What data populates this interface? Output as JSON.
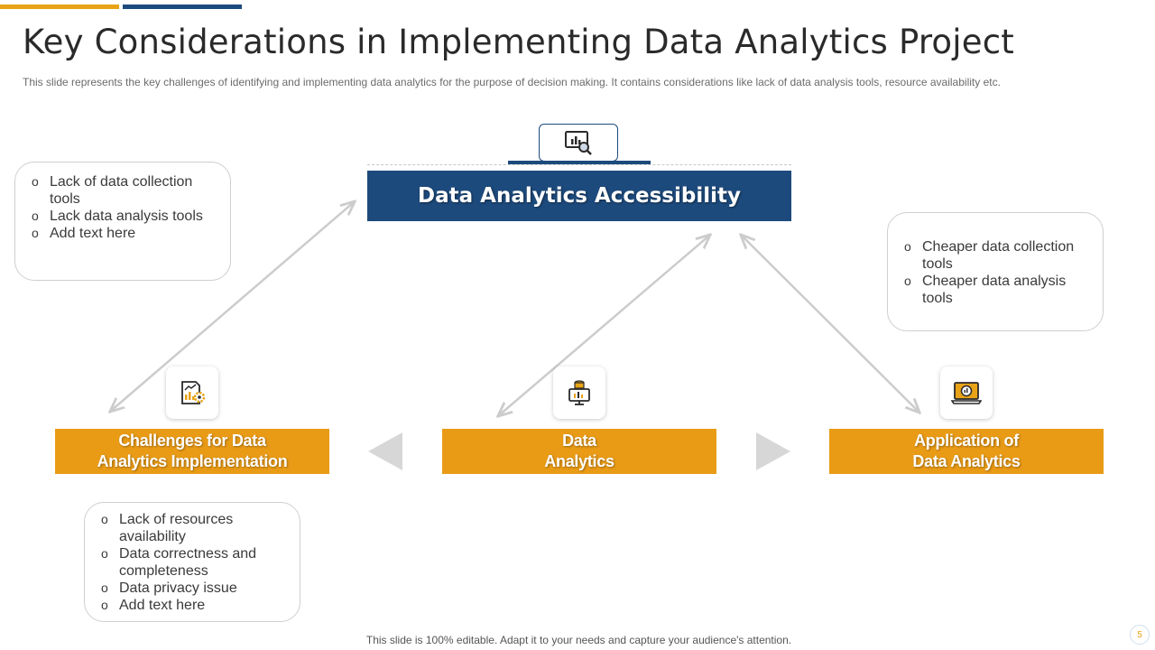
{
  "slide": {
    "title": "Key Considerations in Implementing Data Analytics Project",
    "subtitle": "This slide represents the key challenges of identifying and implementing data analytics for the purpose of decision making. It contains considerations like lack of data analysis tools, resource availability etc.",
    "footer": "This slide is 100% editable. Adapt it to your needs and capture your audience's attention.",
    "page_number": "5"
  },
  "colors": {
    "accent_gold": "#e8a317",
    "accent_blue": "#1d4a7c",
    "orange_box": "#e99b16",
    "arrow_gray": "#cccccc"
  },
  "main_node": {
    "label": "Data Analytics Accessibility",
    "icon": "data-search-monitor-icon"
  },
  "nodes": {
    "left": {
      "label": "Challenges for Data\nAnalytics Implementation",
      "icon": "report-gear-icon"
    },
    "center": {
      "label": "Data\nAnalytics",
      "icon": "database-monitor-icon"
    },
    "right": {
      "label": "Application of\nData Analytics",
      "icon": "analytics-laptop-icon"
    }
  },
  "notes": {
    "top_left": [
      "Lack of data collection tools",
      "Lack data analysis tools",
      "Add text here"
    ],
    "top_right": [
      "Cheaper data collection tools",
      "Cheaper data analysis tools"
    ],
    "bottom_left": [
      "Lack of resources availability",
      "Data correctness and completeness",
      "Data privacy issue",
      "Add text here"
    ]
  }
}
